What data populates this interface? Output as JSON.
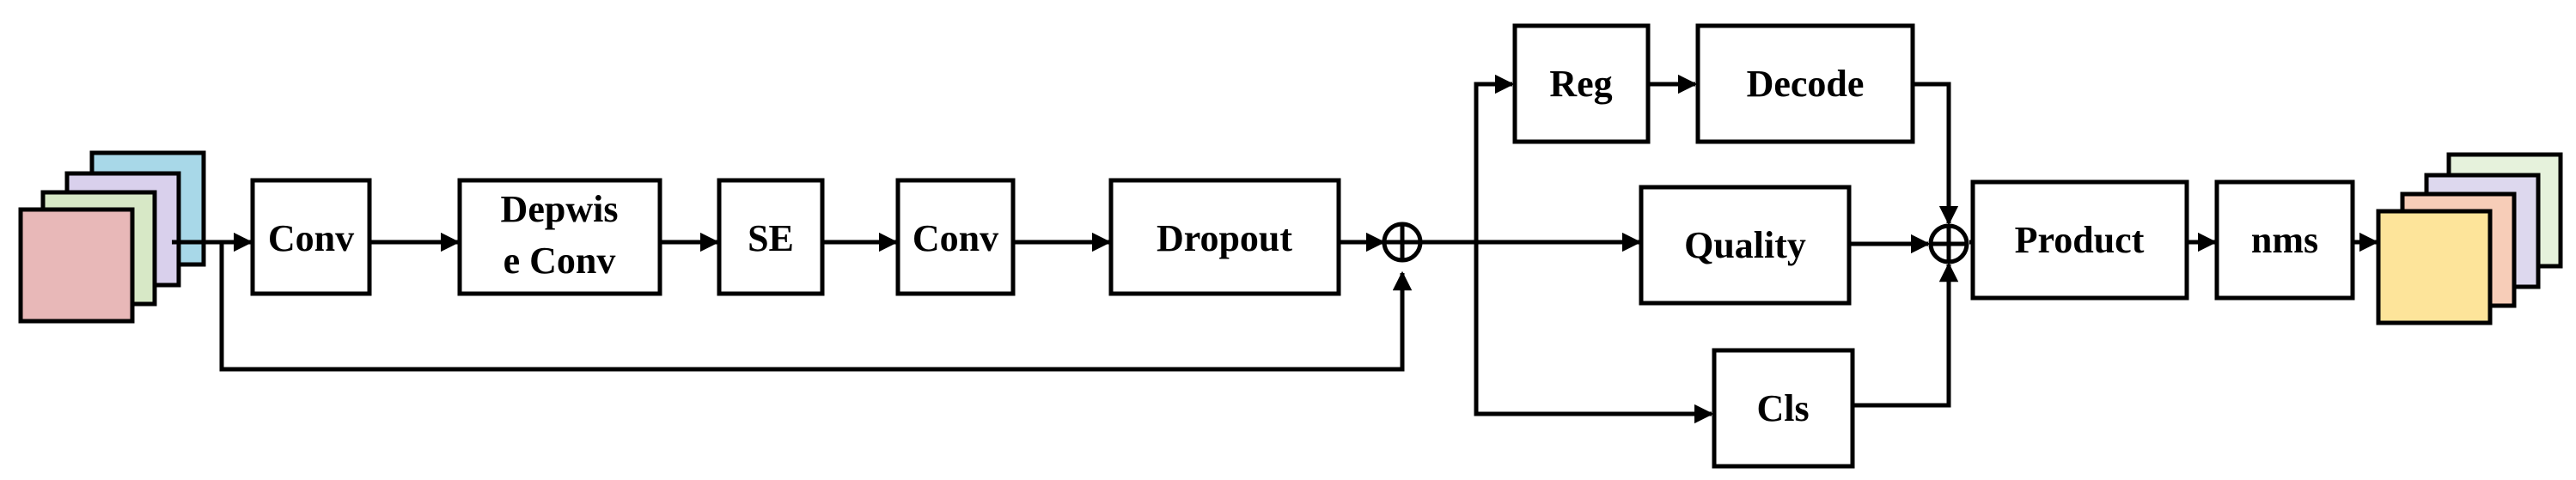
{
  "diagram": {
    "nodes": {
      "conv1": "Conv",
      "depthwise_line1": "Depwis",
      "depthwise_line2": "e Conv",
      "se": "SE",
      "conv2": "Conv",
      "dropout": "Dropout",
      "reg": "Reg",
      "decode": "Decode",
      "quality": "Quality",
      "cls": "Cls",
      "product": "Product",
      "nms": "nms"
    },
    "operators": {
      "sum": "⊕",
      "combine": "⊕"
    },
    "colors": {
      "input_stack": [
        "#a8d8e8",
        "#d9d0ec",
        "#d7e8c6",
        "#e8b8b8"
      ],
      "output_stack": [
        "#e6f2dc",
        "#ddd8ee",
        "#f7cdb8",
        "#fde49a"
      ],
      "stroke": "#000000"
    }
  }
}
